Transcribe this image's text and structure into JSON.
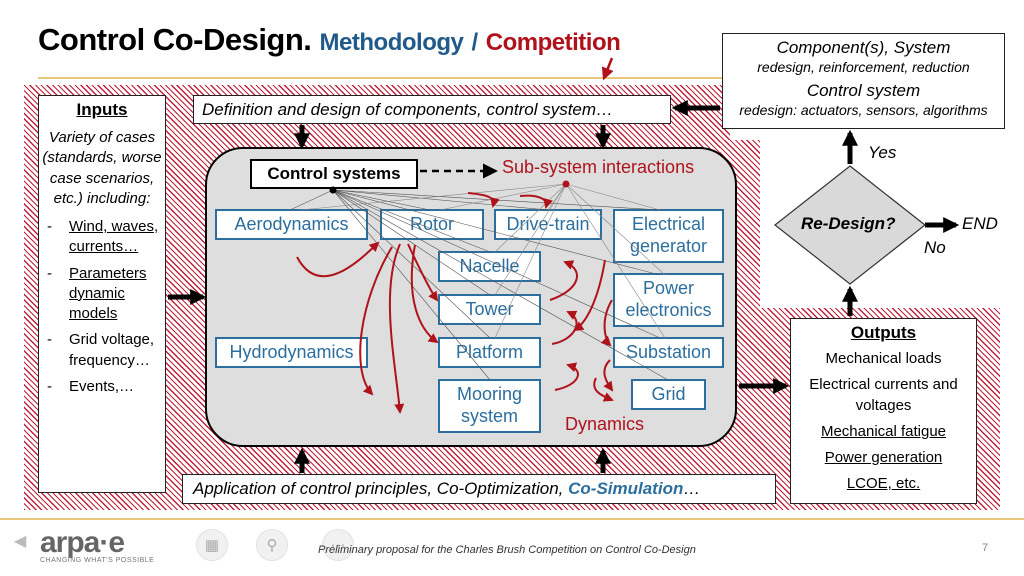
{
  "title": {
    "main": "Control Co-Design.",
    "methodology": "Methodology",
    "slash": "/",
    "competition": "Competition"
  },
  "top_box": "Definition and design of components, control system…",
  "bottom_box_prefix": "Application of control principles, Co-Optimization,",
  "bottom_box_bold": "Co-Simulation",
  "bottom_box_suffix": "…",
  "inputs": {
    "header": "Inputs",
    "description": "Variety of cases (standards, worse case scenarios, etc.) including:",
    "items": [
      "Wind, waves, currents…",
      "Parameters dynamic models",
      "Grid voltage, frequency…",
      "Events,…"
    ]
  },
  "core": {
    "control_systems": "Control systems",
    "subsystem_interactions": "Sub-system interactions",
    "dynamics": "Dynamics",
    "blocks": {
      "aerodynamics": "Aerodynamics",
      "rotor": "Rotor",
      "drivetrain": "Drive-train",
      "electrical_generator": "Electrical generator",
      "nacelle": "Nacelle",
      "tower": "Tower",
      "power_electronics": "Power electronics",
      "hydrodynamics": "Hydrodynamics",
      "platform": "Platform",
      "substation": "Substation",
      "mooring_system": "Mooring system",
      "grid": "Grid"
    }
  },
  "redesign_box": {
    "line1": "Component(s), System",
    "line2": "redesign, reinforcement, reduction",
    "line3": "Control system",
    "line4": "redesign: actuators, sensors, algorithms"
  },
  "decision": {
    "label": "Re-Design?",
    "yes": "Yes",
    "no": "No",
    "end": "END"
  },
  "outputs": {
    "header": "Outputs",
    "items": [
      "Mechanical loads",
      "Electrical currents and voltages",
      "Mechanical fatigue",
      "Power generation",
      "LCOE, etc."
    ]
  },
  "footer": {
    "text": "Preliminary proposal for the Charles Brush Competition on Control Co-Design",
    "page": "7",
    "logo": "arpa·e",
    "tagline": "CHANGING WHAT'S POSSIBLE"
  },
  "colors": {
    "accent_blue": "#2c6e9e",
    "accent_red": "#b0121b",
    "hatch": "#c0203a",
    "core_fill": "#dedede"
  }
}
